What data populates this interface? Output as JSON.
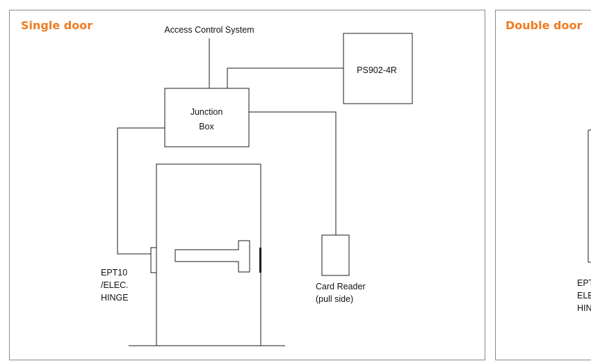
{
  "panels": {
    "single": {
      "title": "Single door"
    },
    "double": {
      "title": "Double door"
    }
  },
  "diagram": {
    "access_control": "Access Control System",
    "power_supply": "PS902-4R",
    "junction_box": [
      "Junction",
      "Box"
    ],
    "card_reader": [
      "Card Reader",
      "(pull side)"
    ],
    "hinge": [
      "EPT10",
      "/ELEC.",
      "HINGE"
    ],
    "double_hinge": [
      "EPT",
      "ELE",
      "HIN"
    ]
  }
}
